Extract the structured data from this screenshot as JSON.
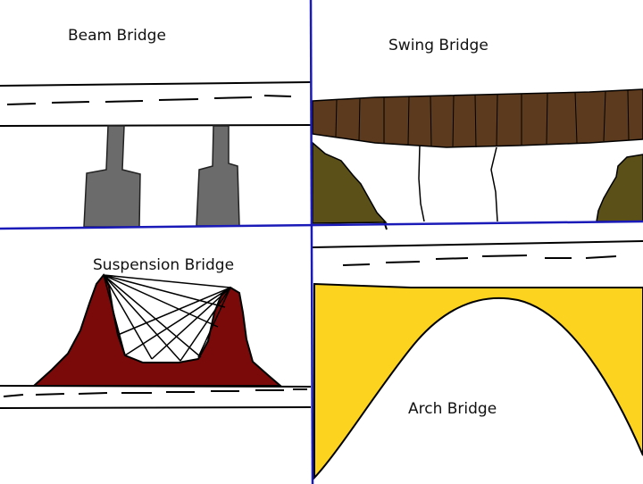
{
  "panels": {
    "beam": {
      "label": "Beam Bridge"
    },
    "swing": {
      "label": "Swing Bridge"
    },
    "suspension": {
      "label": "Suspension Bridge"
    },
    "arch": {
      "label": "Arch Bridge"
    }
  },
  "colors": {
    "divider": "#1a1ab8",
    "pier": "#6b6b6b",
    "deck_wood": "#5c3a1e",
    "bank": "#5a5018",
    "tower": "#7a0a0a",
    "arch_fill": "#fcd31e",
    "line": "#000000"
  }
}
